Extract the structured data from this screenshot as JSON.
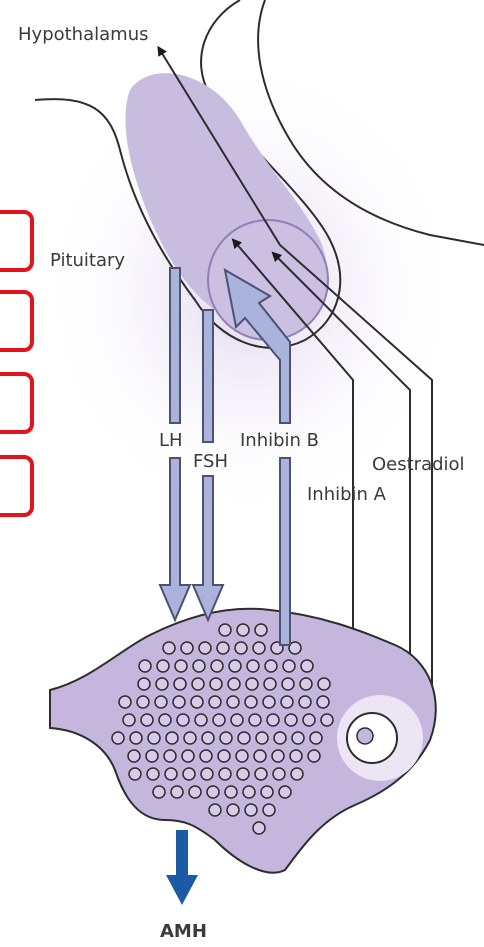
{
  "labels": {
    "hypothalamus": "Hypothalamus",
    "pituitary": "Pituitary",
    "lh": "LH",
    "fsh": "FSH",
    "inhibin_b": "Inhibin B",
    "inhibin_a": "Inhibin A",
    "oestradiol": "Oestradiol",
    "amh": "AMH"
  },
  "colors": {
    "pituitary_fill": "#c9bddf",
    "ovary_fill": "#c4b6dc",
    "halo": "#e6def2",
    "arrow_fill": "#a9b3dc",
    "arrow_stroke": "#4c5272",
    "amh_arrow": "#1c5aa6",
    "line": "#2d2d2d",
    "highlight_box": "#e2131b"
  },
  "highlight_boxes": 4
}
